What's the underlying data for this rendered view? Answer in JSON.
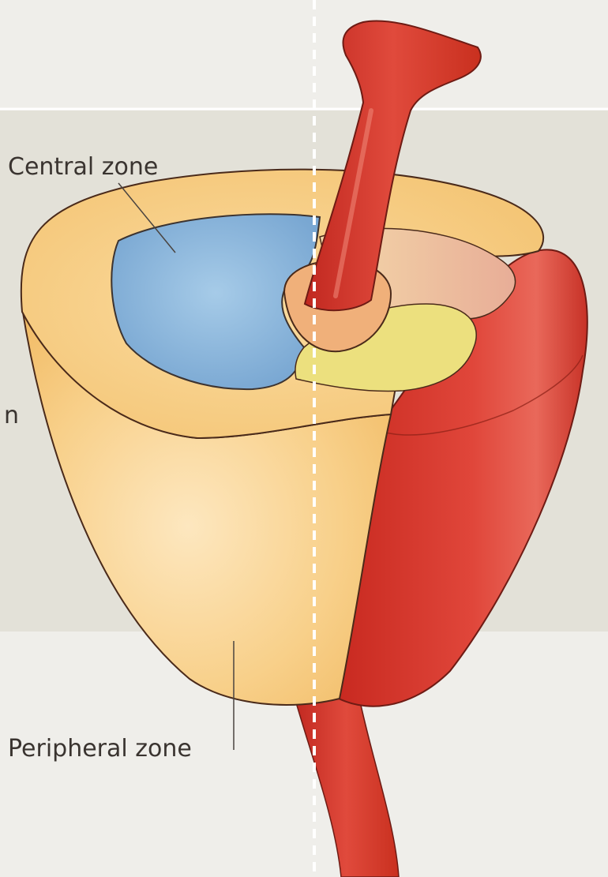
{
  "labels": {
    "central_zone": "Central zone",
    "peripheral_zone": "Peripheral zone",
    "partial_left": "n"
  },
  "colors": {
    "background_light": "#efeeea",
    "background_band": "#e3e1d8",
    "separator_line": "#ffffff",
    "peripheral_zone": "#f6c978",
    "peripheral_zone_light": "#fbdca6",
    "central_zone": "#8fb8dc",
    "transition_zone": "#f3ddb0",
    "transition_zone_pink": "#eab99e",
    "yellow_lobe": "#ece07e",
    "urethra_red": "#d93a30",
    "urethra_dark": "#b8231c",
    "outline": "#4a2a1a",
    "midline_dashes": "#ffffff"
  },
  "icons": {
    "leader_central": "leader-line",
    "leader_peripheral": "leader-line",
    "midline": "dashed-midline"
  }
}
